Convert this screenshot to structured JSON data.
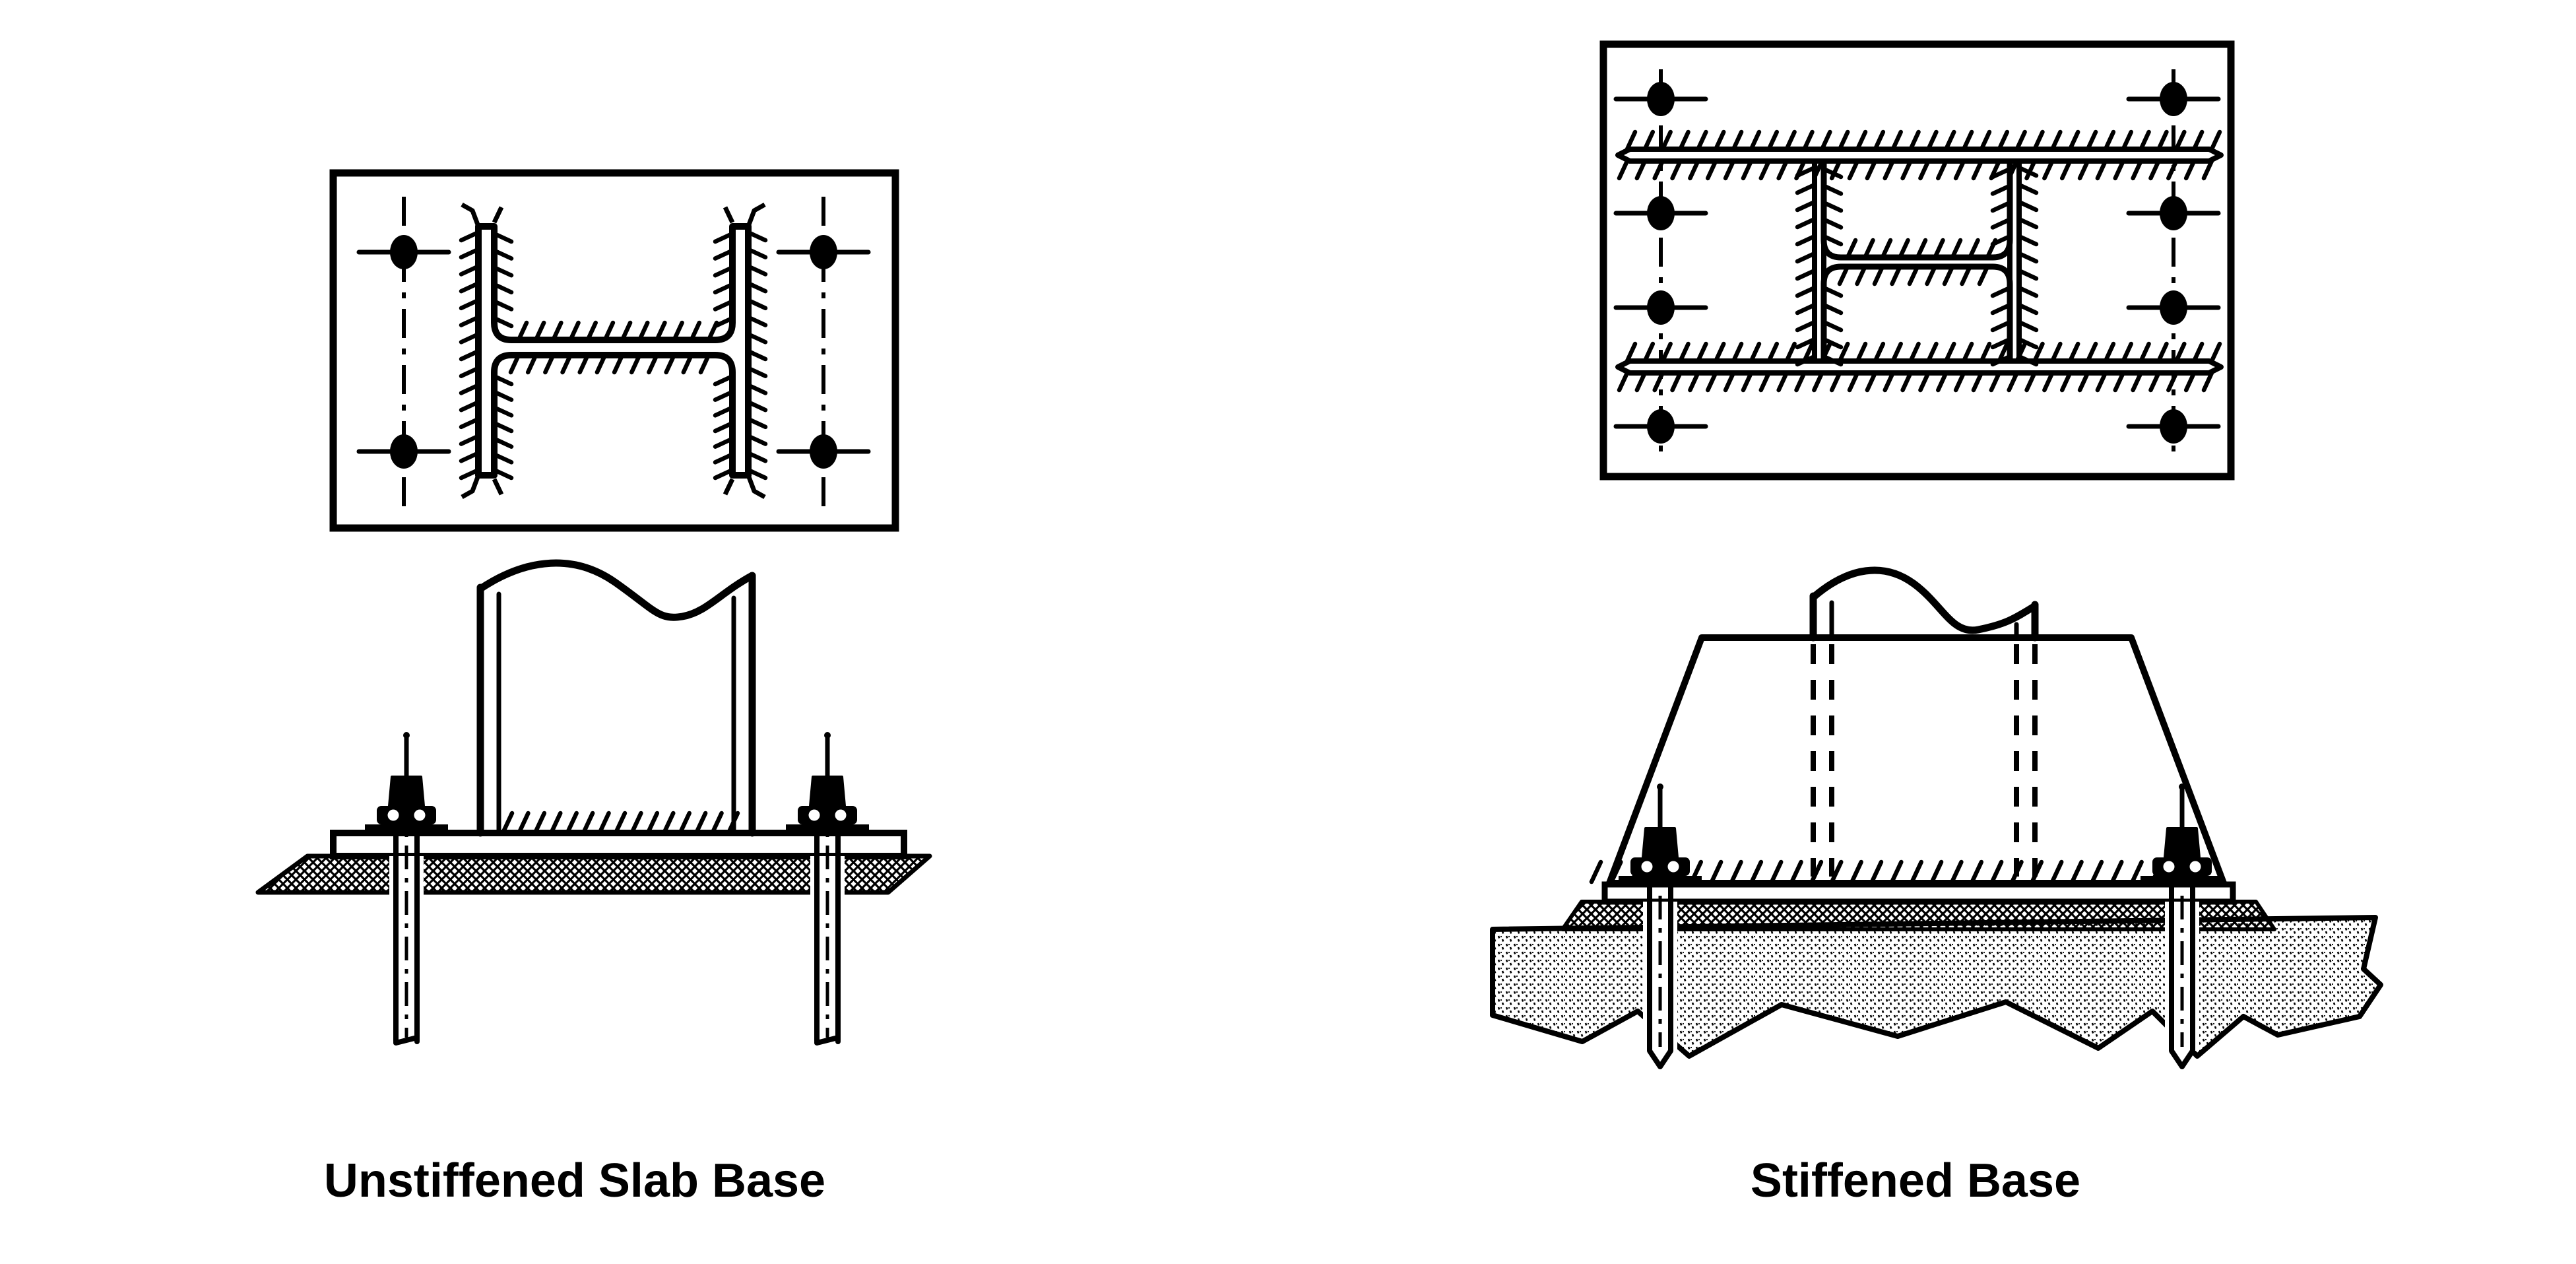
{
  "page": {
    "background": "#ffffff",
    "ink": "#000000",
    "description_visible_text_only": true
  },
  "figures": [
    {
      "id": "unstiffened",
      "caption": "Unstiffened Slab Base"
    },
    {
      "id": "stiffened",
      "caption": "Stiffened Base"
    }
  ]
}
